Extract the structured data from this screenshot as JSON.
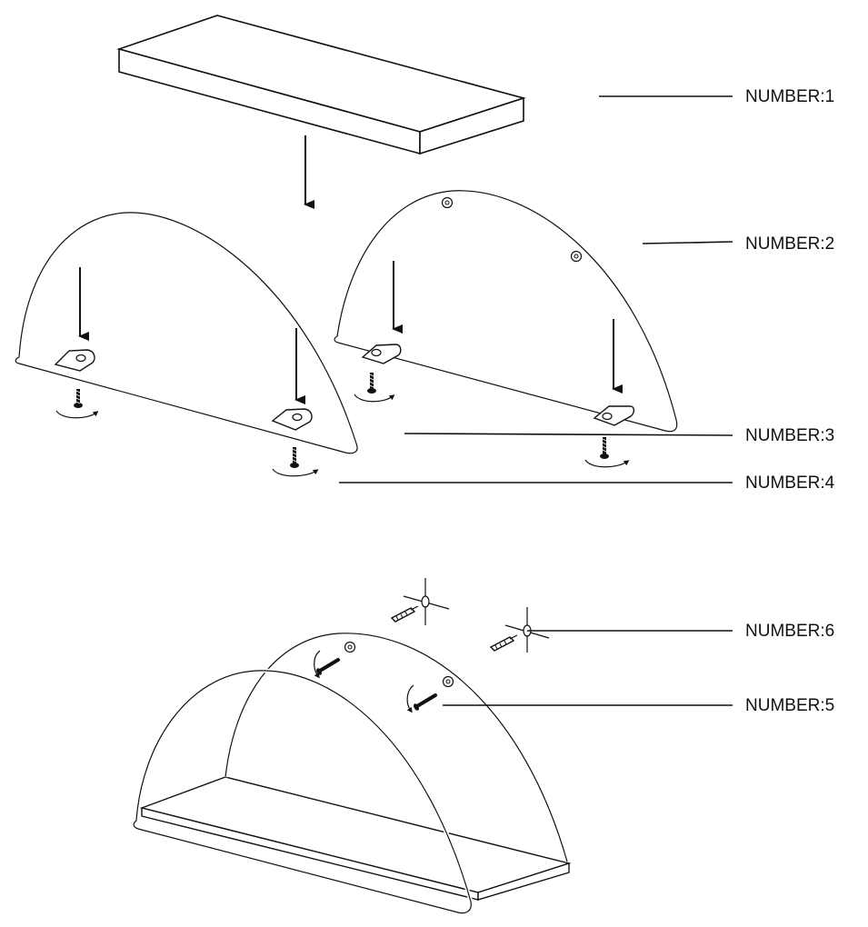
{
  "labels": {
    "n1": "NUMBER:1",
    "n2": "NUMBER:2",
    "n3": "NUMBER:3",
    "n4": "NUMBER:4",
    "n5": "NUMBER:5",
    "n6": "NUMBER:6"
  },
  "colors": {
    "ink": "#111111",
    "paper": "#ffffff"
  }
}
